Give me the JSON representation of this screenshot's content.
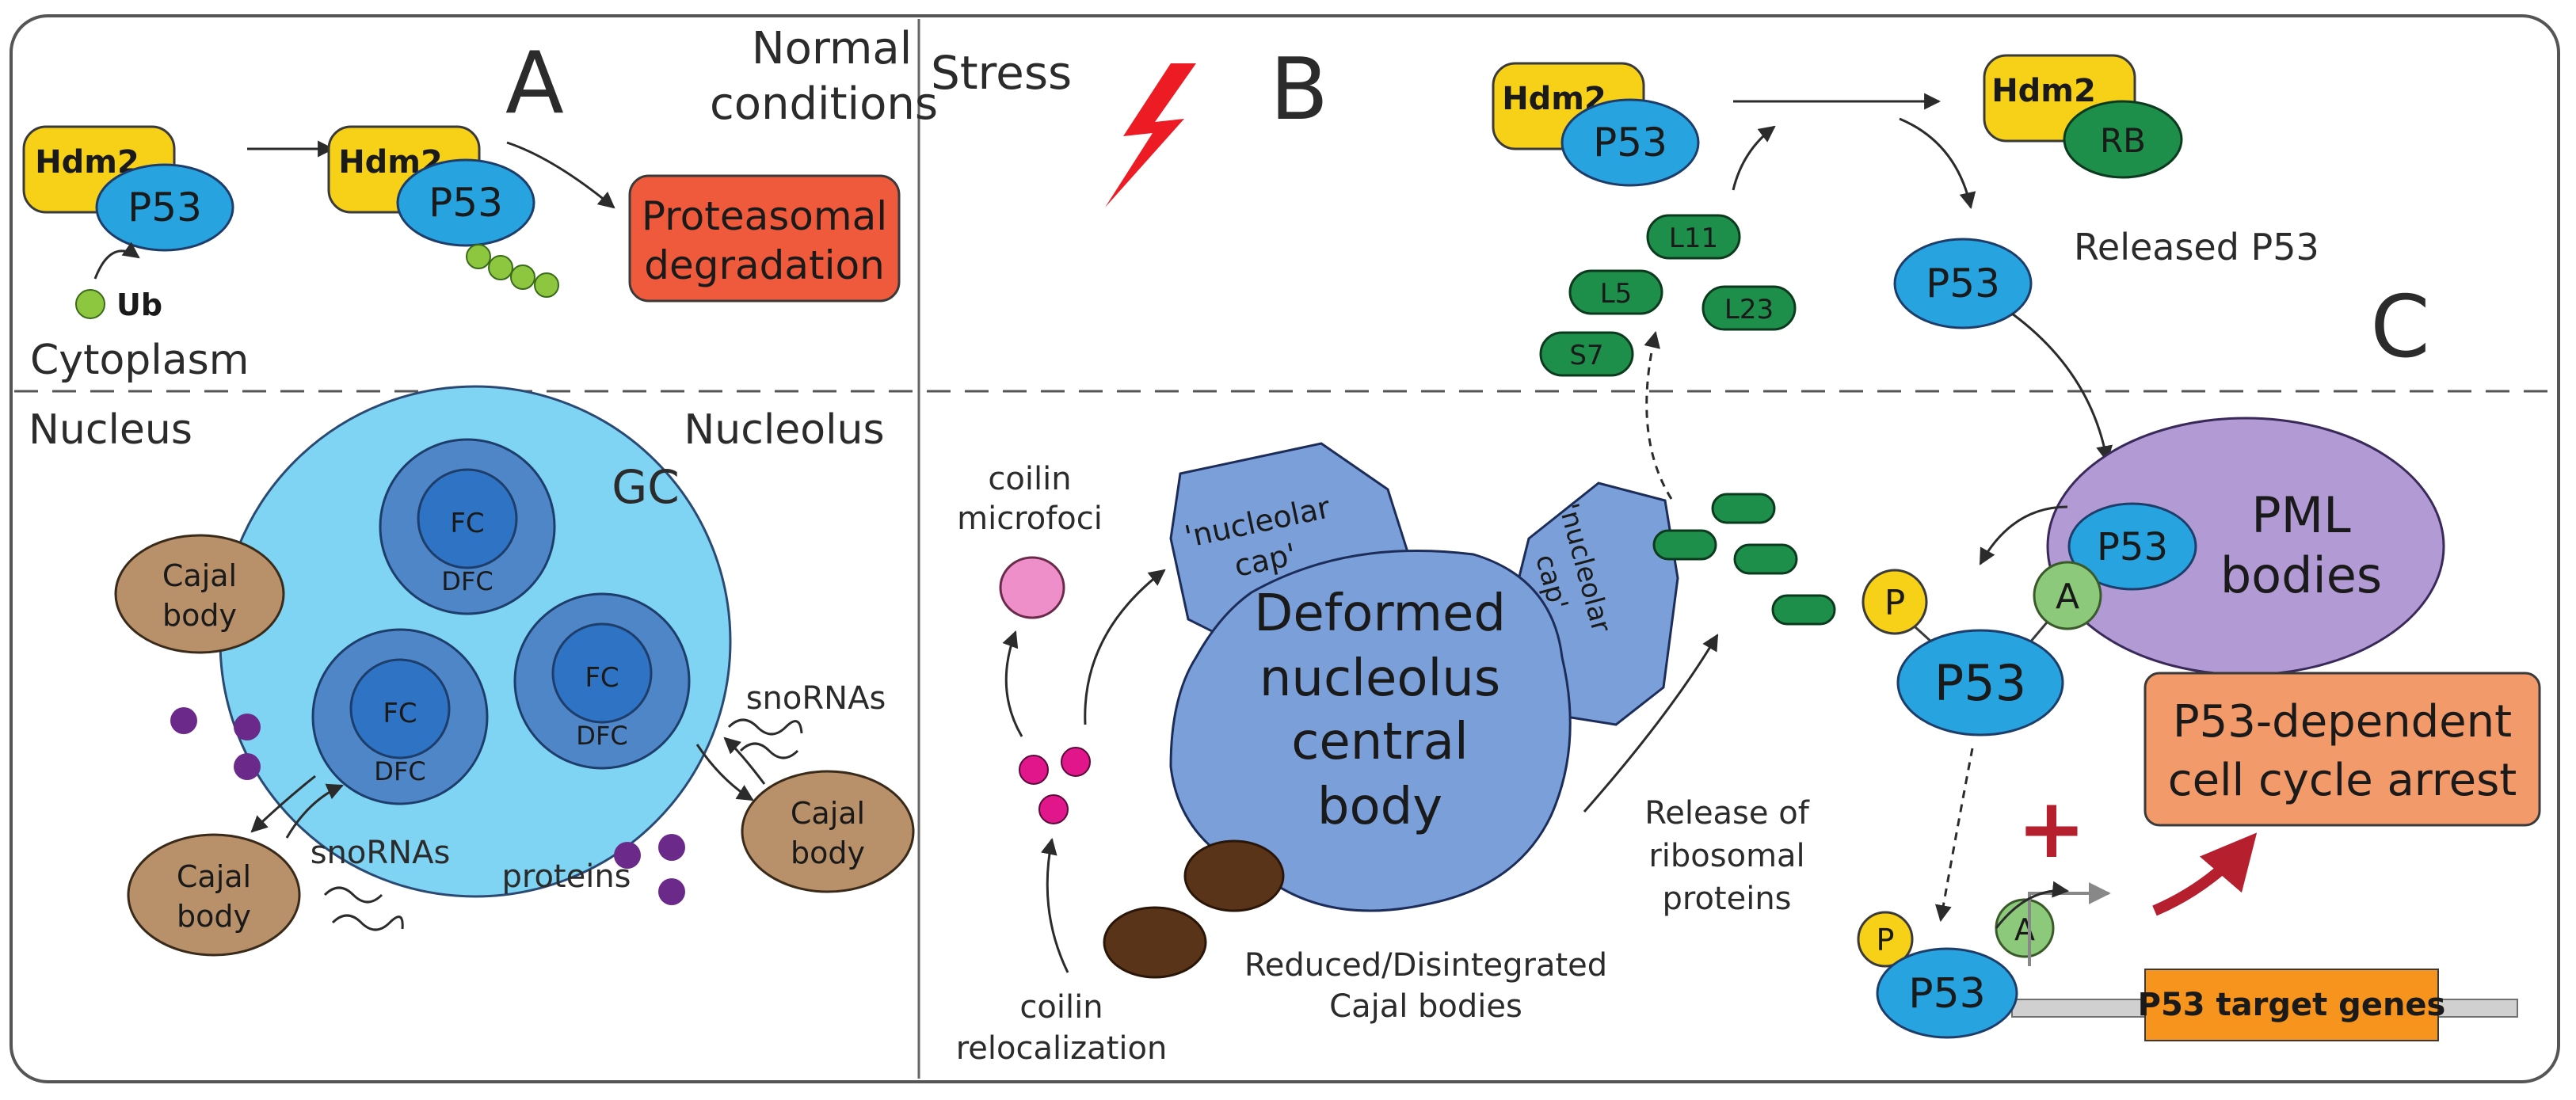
{
  "panels": {
    "a": "A",
    "b": "B",
    "c": "C"
  },
  "labels": {
    "normal_conditions_line1": "Normal",
    "normal_conditions_line2": "conditions",
    "stress": "Stress",
    "cytoplasm": "Cytoplasm",
    "nucleus": "Nucleus",
    "nucleolus": "Nucleolus",
    "gc": "GC",
    "fc": "FC",
    "dfc": "DFC",
    "cajal_body_line1": "Cajal",
    "cajal_body_line2": "body",
    "snornas": "snoRNAs",
    "proteins": "proteins",
    "coilin_microfoci_line1": "coilin",
    "coilin_microfoci_line2": "microfoci",
    "nucleolar_cap_line1": "'nucleolar",
    "nucleolar_cap_line2": "cap'",
    "deformed_line1": "Deformed",
    "deformed_line2": "nucleolus",
    "deformed_line3": "central",
    "deformed_line4": "body",
    "release_line1": "Release of",
    "release_line2": "ribosomal",
    "release_line3": "proteins",
    "coilin_reloc_line1": "coilin",
    "coilin_reloc_line2": "relocalization",
    "reduced_line1": "Reduced/Disintegrated",
    "reduced_line2": "Cajal bodies",
    "released_p53": "Released P53",
    "pml_line1": "PML",
    "pml_line2": "bodies",
    "arrest_line1": "P53-dependent",
    "arrest_line2": "cell cycle arrest",
    "target_genes": "P53 target genes",
    "plus": "+"
  },
  "molecules": {
    "hdm2": "Hdm2",
    "p53": "P53",
    "rb": "RB",
    "ub": "Ub",
    "ub_short": "Ub",
    "proteasomal_line1": "Proteasomal",
    "proteasomal_line2": "degradation",
    "phospho": "P",
    "acetyl": "A"
  },
  "ribosomal_proteins": {
    "l11": "L11",
    "l5": "L5",
    "l23": "L23",
    "s7": "S7"
  },
  "colors": {
    "hdm2": "#f7d117",
    "p53": "#27a4df",
    "ub": "#8dc63f",
    "proteasome": "#ef5a3c",
    "gc": "#7fd3f3",
    "fc_dfc": "#4e86c8",
    "nucleolar_body": "#7b9fd8",
    "cajal": "#b8916a",
    "ribosomal": "#1e8f4a",
    "protein_dot": "#6b2a8a",
    "coilin_foci": "#ef8fc9",
    "coilin_dot": "#e0168a",
    "disintegrated_cajal": "#5a3418",
    "pml": "#b29ad4",
    "phospho": "#f7d117",
    "acetyl": "#8dc97a",
    "arrest_box": "#f39a6b",
    "target_box": "#f7941d",
    "stress_bolt": "#ed1c24",
    "red_arrow": "#b51f2e"
  }
}
